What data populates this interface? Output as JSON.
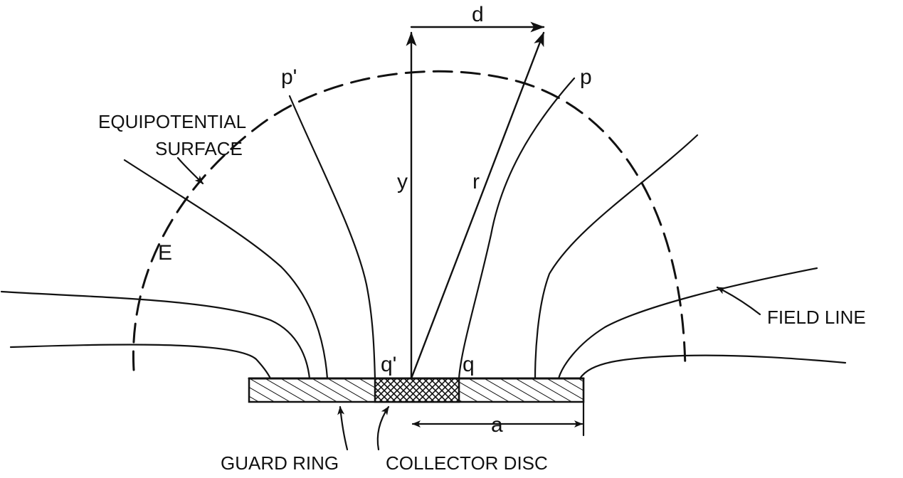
{
  "labels": {
    "d": "d",
    "p_prime": "p'",
    "p": "p",
    "equipotential_line1": "EQUIPOTENTIAL",
    "equipotential_line2": "SURFACE",
    "y": "y",
    "r": "r",
    "e": "E",
    "field_line": "FIELD LINE",
    "q_prime": "q'",
    "q": "q",
    "a": "a",
    "guard_ring": "GUARD RING",
    "collector_disc": "COLLECTOR DISC"
  },
  "colors": {
    "ink": "#111111",
    "background": "#ffffff"
  }
}
